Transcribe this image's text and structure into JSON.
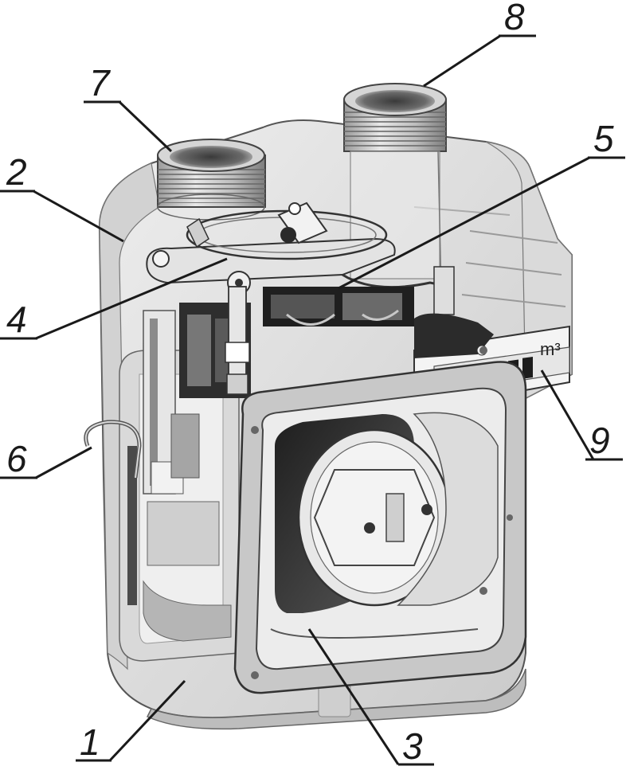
{
  "figure": {
    "subject": "gas-meter-cutaway",
    "unit_label": "m³",
    "callouts": [
      {
        "id": "1",
        "label": "1"
      },
      {
        "id": "2",
        "label": "2"
      },
      {
        "id": "3",
        "label": "3"
      },
      {
        "id": "4",
        "label": "4"
      },
      {
        "id": "5",
        "label": "5"
      },
      {
        "id": "6",
        "label": "6"
      },
      {
        "id": "7",
        "label": "7"
      },
      {
        "id": "8",
        "label": "8"
      },
      {
        "id": "9",
        "label": "9"
      }
    ]
  },
  "colors": {
    "ink": "#1a1a1a",
    "body_light": "#e4e4e4",
    "body_mid": "#bdbdbd",
    "body_dark": "#6e6e6e",
    "shadow": "#2f2f2f"
  }
}
